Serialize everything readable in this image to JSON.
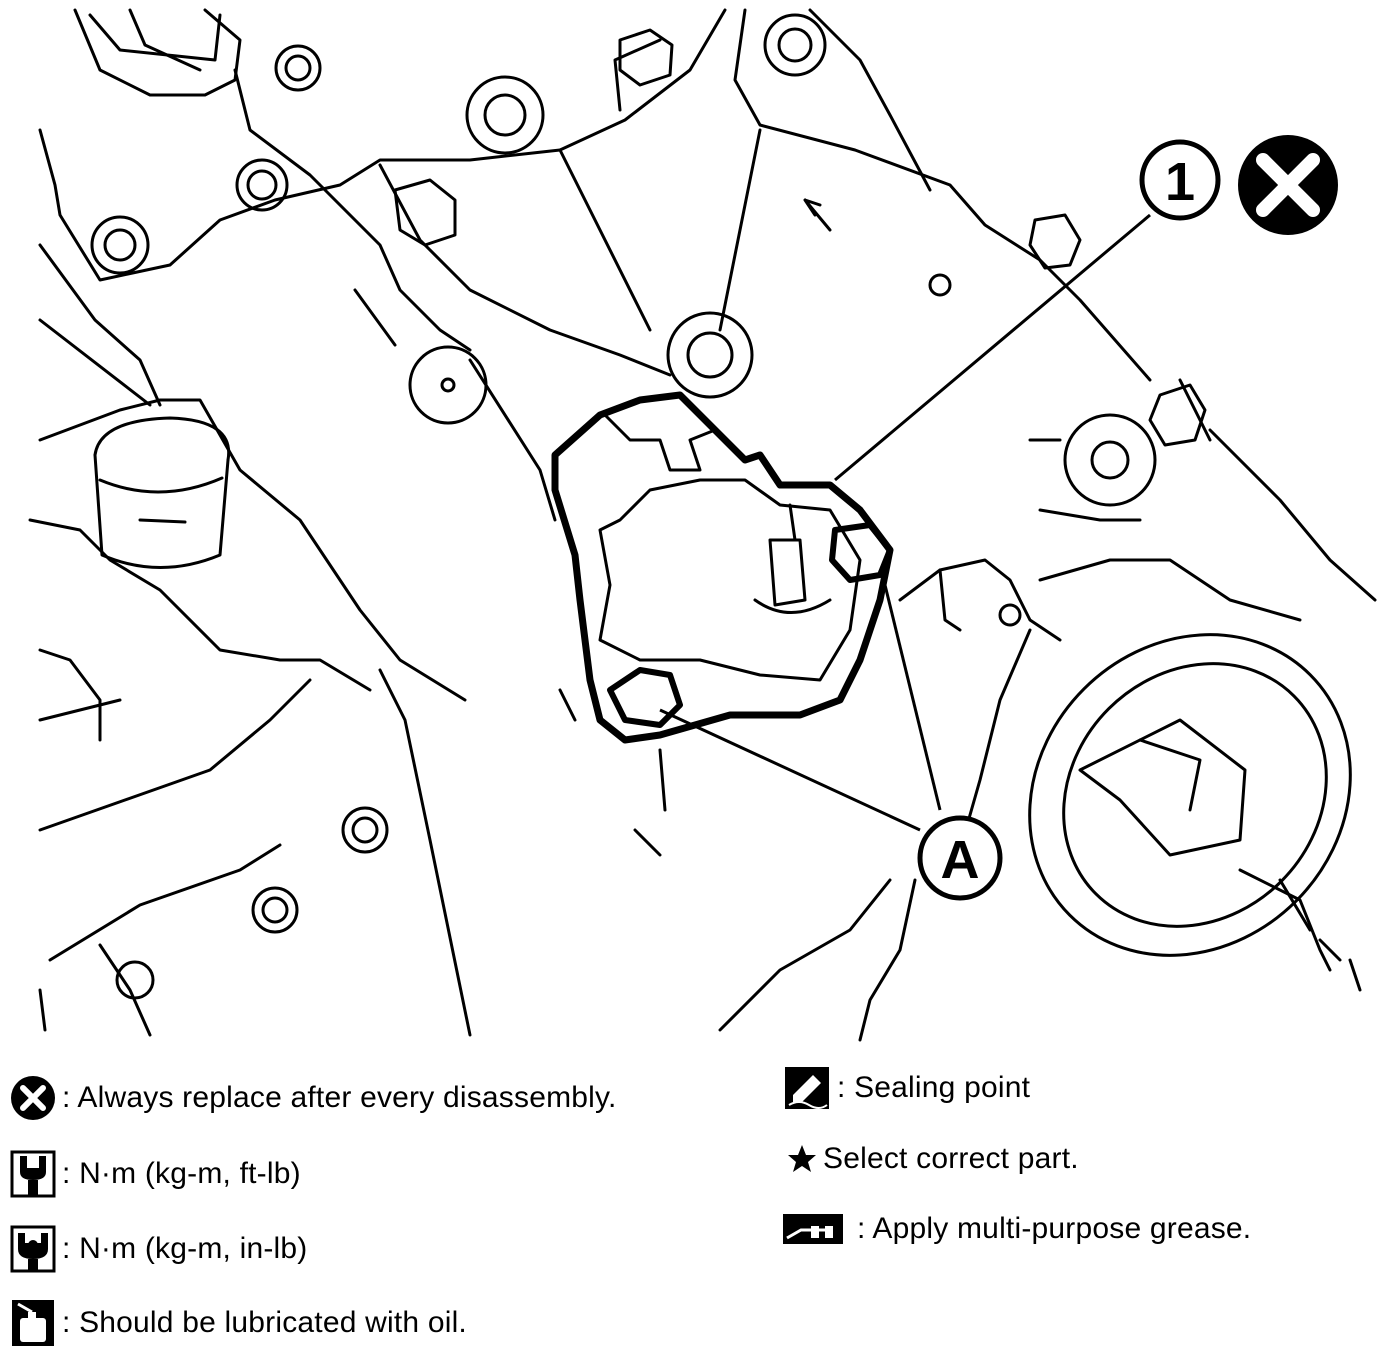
{
  "diagram": {
    "callouts": {
      "part_1": "1",
      "point_a": "A"
    }
  },
  "legend": {
    "replace": ": Always replace after every disassembly.",
    "torque_ft": ": N·m (kg-m, ft-lb)",
    "torque_in": ": N·m (kg-m, in-lb)",
    "lubricate": ": Should be lubricated with oil.",
    "sealing": ": Sealing point",
    "select": "Select correct part.",
    "grease": ": Apply multi-purpose grease."
  },
  "icons": {
    "replace": "x-circle-icon",
    "torque_ft": "wrench-icon",
    "torque_in": "wrench-icon",
    "lubricate": "oil-can-icon",
    "sealing": "sealant-icon",
    "select": "star-icon",
    "grease": "grease-gun-icon"
  },
  "colors": {
    "line": "#000000",
    "background": "#ffffff"
  }
}
